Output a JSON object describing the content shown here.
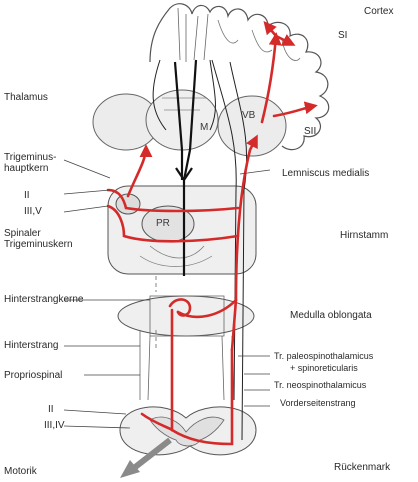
{
  "labels": {
    "cortex": "Cortex",
    "si": "SI",
    "sii": "SII",
    "thalamus": "Thalamus",
    "m": "M",
    "vb": "VB",
    "trigeminus_haupt": "Trigeminus-\nhauptkern",
    "ii_upper": "II",
    "iii_v": "III,V",
    "spinaler_trig": "Spinaler\nTrigeminuskern",
    "pr": "PR",
    "lemniscus": "Lemniscus medialis",
    "hirnstamm": "Hirnstamm",
    "hinterstrangkerne": "Hinterstrangkerne",
    "medulla": "Medulla oblongata",
    "hinterstrang": "Hinterstrang",
    "tr_paleo": "Tr. paleospinothalamicus",
    "spinoreticularis": "+ spinoreticularis",
    "proprio": "Propriospinal",
    "tr_neo": "Tr. neospinothalamicus",
    "vorderseiten": "Vorderseitenstrang",
    "ii_lower": "II",
    "iii_iv": "III,IV",
    "motorik": "Motorik",
    "rueckenmark": "Rückenmark"
  },
  "colors": {
    "pathway": "#d42a2a",
    "outline": "#555555",
    "fill": "#eeeeee",
    "arrow_gray": "#8a8a8a"
  },
  "icons": {
    "efferent_arrow": "gray-arrow-icon"
  }
}
